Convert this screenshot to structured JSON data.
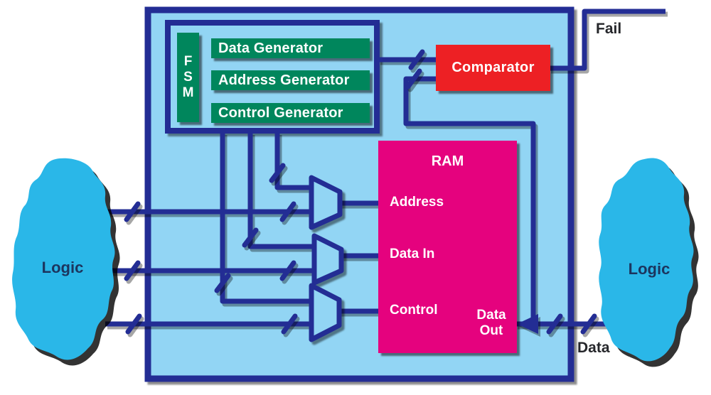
{
  "colors": {
    "navy": "#232d94",
    "light_blue": "#92d5f4",
    "green": "#00865c",
    "red": "#ed2024",
    "magenta": "#e5027e",
    "cyan": "#2ab7e8",
    "white": "#ffffff",
    "label_dark": "#26272b",
    "logic_text": "#1c355e"
  },
  "blocks": {
    "fsm": {
      "letters": [
        "F",
        "S",
        "M"
      ]
    },
    "generators": [
      "Data Generator",
      "Address Generator",
      "Control Generator"
    ],
    "comparator": "Comparator",
    "ram": {
      "title": "RAM",
      "ports": [
        "Address",
        "Data In",
        "Control"
      ],
      "output_port": "Data Out"
    },
    "logic_left": "Logic",
    "logic_right": "Logic"
  },
  "signals": {
    "fail": "Fail",
    "data": "Data"
  },
  "edges": [
    {
      "from": "generator-block",
      "to": "comparator"
    },
    {
      "from": "generator-block",
      "to": "mux-address"
    },
    {
      "from": "generator-block",
      "to": "mux-data-in"
    },
    {
      "from": "generator-block",
      "to": "mux-control"
    },
    {
      "from": "logic-left",
      "to": "mux-address"
    },
    {
      "from": "logic-left",
      "to": "mux-data-in"
    },
    {
      "from": "logic-left",
      "to": "mux-control"
    },
    {
      "from": "mux-address",
      "to": "ram-address"
    },
    {
      "from": "mux-data-in",
      "to": "ram-data-in"
    },
    {
      "from": "mux-control",
      "to": "ram-control"
    },
    {
      "from": "ram-data-out",
      "to": "comparator"
    },
    {
      "from": "comparator",
      "to": "fail"
    },
    {
      "from": "ram-data-out",
      "to": "logic-right"
    }
  ]
}
